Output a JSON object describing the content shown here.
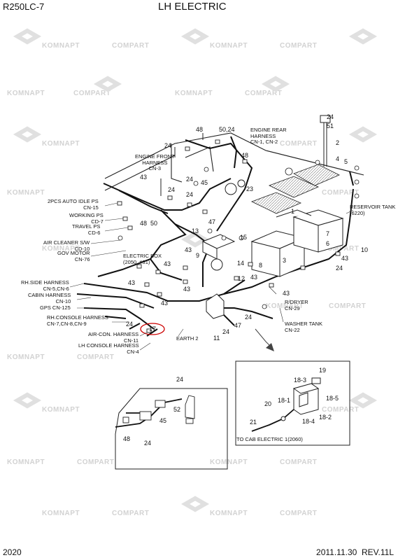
{
  "header": {
    "model": "R250LC-7",
    "title": "LH ELECTRIC"
  },
  "footer": {
    "page": "2020",
    "date_rev": "2011.11.30  REV.11L"
  },
  "watermark": {
    "left": "KOMNAPT",
    "right": "COMPART",
    "color": "#d2d2d2"
  },
  "labels": {
    "engine_rear": "ENGINE REAR\nHARNESS\nCN-1, CN-2",
    "engine_front": "ENGINE FRONT\nHARNESS\nCN-3",
    "autoidle": "2PCS AUTO IDLE PS\nCN-15",
    "working_ps": "WORKING PS\nCD-7",
    "travel_ps": "TRAVEL PS\nCD-6",
    "aircleaner": "AIR CLEANER S/W\nCD-10",
    "gov_motor": "GOV MOTOR\nCN-76",
    "electric_box": "ELECTRIC BOX\n(2050, #31)",
    "rh_side": "RH.SIDE HARNESS\nCN-5,CN-6",
    "cabin": "CABIN HARNESS\nCN-10",
    "gps": "GPS CN-125",
    "rh_console": "RH.CONSOLE HARNESS\nCN-7,CN-8,CN-9",
    "aircon": "AIR-CON. HARNESS\nCN-11",
    "lh_console": "LH CONSOLE HARNESS\nCN-4",
    "earth2": "EARTH 2",
    "reservoir": "RESERVOIR TANK\n(6220)",
    "rdryer": "R/DRYER\nCN-29",
    "washer": "WASHER TANK\nCN-22",
    "to_cab": "TO CAB ELECTRIC 1(2060)"
  },
  "part_numbers": {
    "p48a": "48",
    "p5024": "50,24",
    "p24a": "24",
    "p48b": "48",
    "p24b": "24",
    "p51": "51",
    "p2": "2",
    "p4": "4",
    "p5": "5",
    "p43a": "43",
    "p24c": "24",
    "p24d": "24",
    "p45a": "45",
    "p24e": "24",
    "p23": "23",
    "p1": "1",
    "p4850": "48  50",
    "p47a": "47",
    "p13": "13",
    "p15": "15",
    "p7": "7",
    "p3": "3",
    "p8": "8",
    "p6": "6",
    "p10": "10",
    "p43b": "43",
    "p9": "9",
    "p14": "14",
    "p12": "12",
    "p43c": "43",
    "p43d": "43",
    "p24f": "24",
    "p43e": "43",
    "p43f": "43",
    "p43g": "43",
    "p43h": "43",
    "p43i": "43",
    "p24g": "24",
    "p47b": "47",
    "p24h": "24",
    "p17": "17",
    "p11": "11",
    "p24i": "24",
    "p24j": "24",
    "p52": "52",
    "p45b": "45",
    "p48c": "48",
    "p24k": "24",
    "p19": "19",
    "p183": "18-3",
    "p181": "18-1",
    "p185": "18-5",
    "p184": "18-4",
    "p182": "18-2",
    "p20": "20",
    "p21": "21"
  }
}
